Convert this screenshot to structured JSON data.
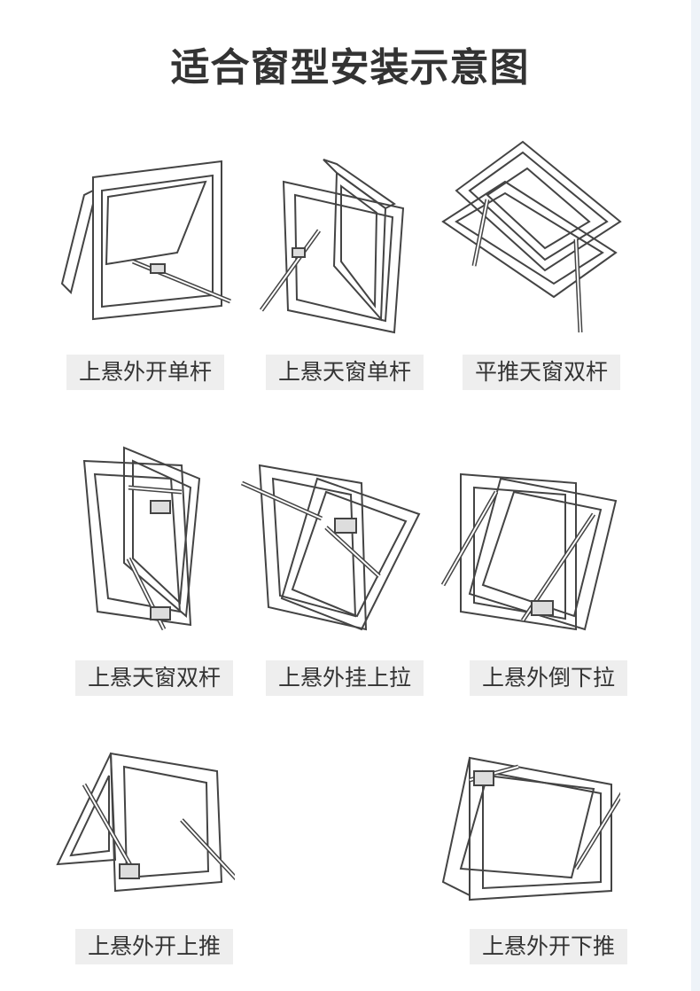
{
  "title": "适合窗型安装示意图",
  "items": [
    {
      "label": "上悬外开单杆",
      "icon": "top-hung-outward-single-strut-window-icon"
    },
    {
      "label": "上悬天窗单杆",
      "icon": "top-hung-skylight-single-strut-window-icon"
    },
    {
      "label": "平推天窗双杆",
      "icon": "parallel-push-skylight-double-strut-window-icon"
    },
    {
      "label": "上悬天窗双杆",
      "icon": "top-hung-skylight-double-strut-window-icon"
    },
    {
      "label": "上悬外挂上拉",
      "icon": "top-hung-external-pull-up-window-icon"
    },
    {
      "label": "上悬外倒下拉",
      "icon": "top-hung-outward-tilt-pull-down-window-icon"
    },
    {
      "label": "上悬外开上推",
      "icon": "top-hung-outward-push-up-window-icon"
    },
    {
      "label": "上悬外开下推",
      "icon": "top-hung-outward-push-down-window-icon"
    }
  ]
}
